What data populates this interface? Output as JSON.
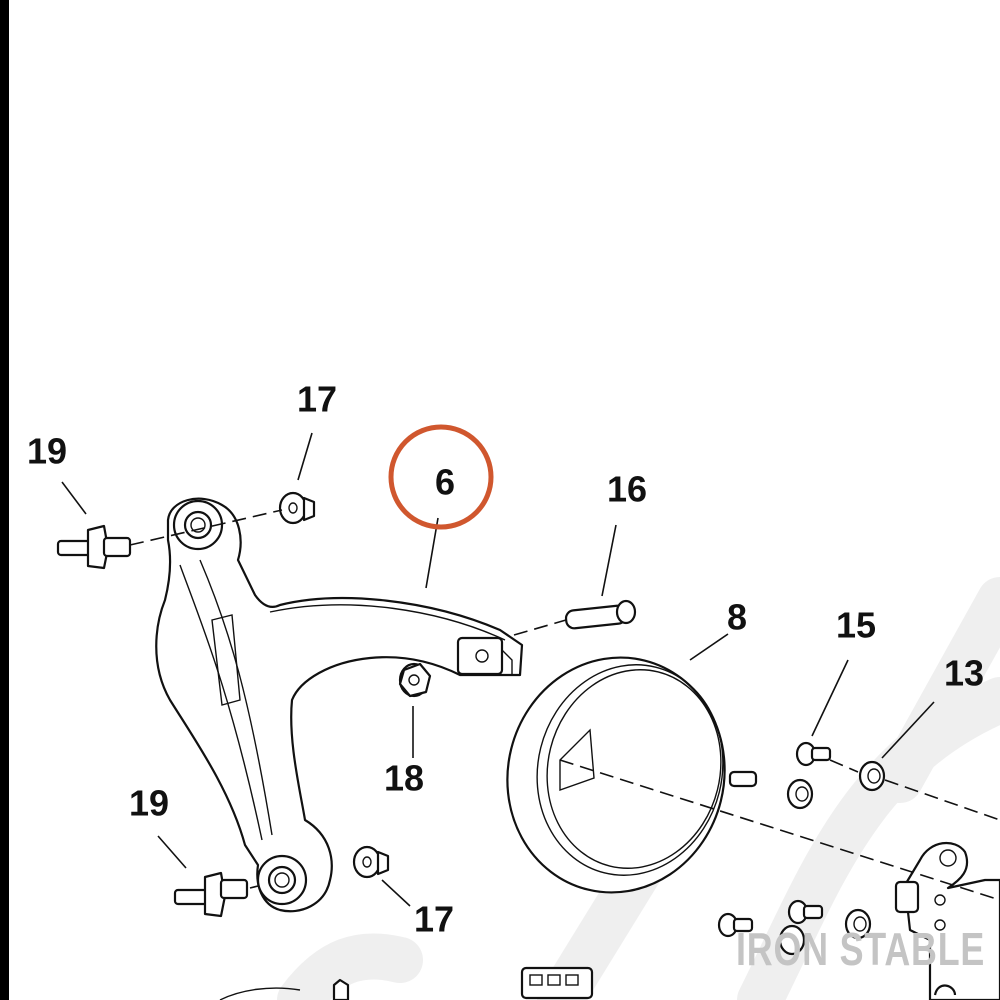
{
  "diagram": {
    "callouts": [
      {
        "id": "19a",
        "label": "19"
      },
      {
        "id": "17a",
        "label": "17"
      },
      {
        "id": "6",
        "label": "6",
        "highlighted": true
      },
      {
        "id": "16",
        "label": "16"
      },
      {
        "id": "8",
        "label": "8"
      },
      {
        "id": "15",
        "label": "15"
      },
      {
        "id": "13",
        "label": "13"
      },
      {
        "id": "18",
        "label": "18"
      },
      {
        "id": "19b",
        "label": "19"
      },
      {
        "id": "17b",
        "label": "17"
      }
    ],
    "highlight_color": "#d0572e",
    "watermark": "IRON STABLE"
  }
}
